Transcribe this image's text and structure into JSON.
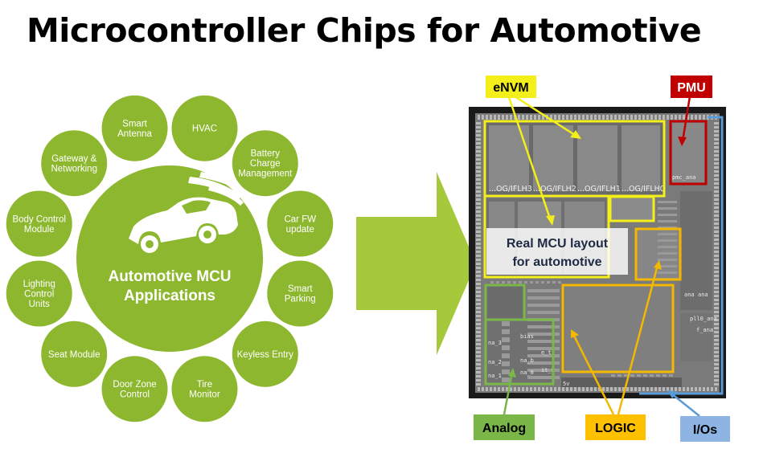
{
  "title": "Microcontroller Chips for Automotive",
  "colors": {
    "green": "#8db72e",
    "arrow": "#a6c83b",
    "yellow": "#f2ef1a",
    "red": "#c00000",
    "orange": "#f5b800",
    "blue": "#5a9bd5",
    "label_green": "#7ab648",
    "label_orange": "#ffc000",
    "label_blue": "#8eb4e3"
  },
  "hub": {
    "icon": "car-icon",
    "line1": "Automotive MCU",
    "line2": "Applications"
  },
  "applications": [
    {
      "lines": [
        "Smart",
        "Antenna"
      ]
    },
    {
      "lines": [
        "HVAC"
      ]
    },
    {
      "lines": [
        "Battery",
        "Charge",
        "Management"
      ]
    },
    {
      "lines": [
        "Car FW",
        "update"
      ]
    },
    {
      "lines": [
        "Smart",
        "Parking"
      ]
    },
    {
      "lines": [
        "Keyless Entry"
      ]
    },
    {
      "lines": [
        "Tire",
        "Monitor"
      ]
    },
    {
      "lines": [
        "Door Zone",
        "Control"
      ]
    },
    {
      "lines": [
        "Seat Module"
      ]
    },
    {
      "lines": [
        "Lighting",
        "Control",
        "Units"
      ]
    },
    {
      "lines": [
        "Body Control",
        "Module"
      ]
    },
    {
      "lines": [
        "Gateway &",
        "Networking"
      ]
    }
  ],
  "chip": {
    "callouts": {
      "envm": "eNVM",
      "pmu": "PMU",
      "analog": "Analog",
      "logic": "LOGIC",
      "ios": "I/Os"
    },
    "center_label": [
      "Real MCU layout",
      "for automotive"
    ],
    "flash_labels": [
      "...OG/IFLH3",
      "...OG/IFLH2",
      "...OG/IFLH1",
      "...OG/IFLH0"
    ],
    "die_labels": {
      "pmc": "pmc_ana",
      "ana": "ana",
      "ana2": "ana",
      "pll": "pll0_ana",
      "fan": "f_ana",
      "bias": "bias",
      "na3": "na_3",
      "na2": "na_2",
      "na1": "na_1",
      "nab": "na_b",
      "na0": "na_0",
      "et": "e_t",
      "it0": "it_0",
      "sv": "5v"
    }
  }
}
